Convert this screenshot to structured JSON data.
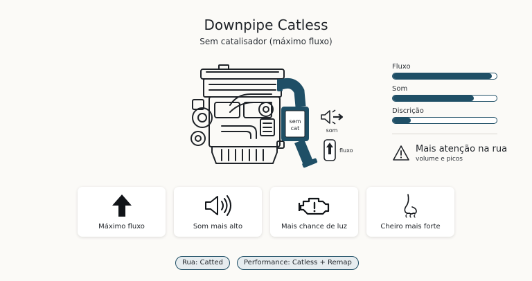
{
  "header": {
    "title": "Downpipe Catless",
    "subtitle": "Sem catalisador (máximo fluxo)"
  },
  "diagram": {
    "cat_label_line1": "sem",
    "cat_label_line2": "cat",
    "sound_label": "som",
    "flow_label": "fluxo",
    "accent_color": "#1f4f66"
  },
  "meters": [
    {
      "label": "Fluxo",
      "level": 0.95
    },
    {
      "label": "Som",
      "level": 0.78
    },
    {
      "label": "Discrição",
      "level": 0.17
    }
  ],
  "warning": {
    "title": "Mais atenção na rua",
    "subtitle": "volume e picos",
    "icon": "warning-triangle-icon"
  },
  "cards": [
    {
      "label": "Máximo fluxo",
      "icon": "arrow-up-icon"
    },
    {
      "label": "Som mais alto",
      "icon": "speaker-icon"
    },
    {
      "label": "Mais chance de luz",
      "icon": "check-engine-icon"
    },
    {
      "label": "Cheiro mais forte",
      "icon": "nose-smell-icon"
    }
  ],
  "tags": [
    {
      "label": "Rua: Catted"
    },
    {
      "label": "Performance: Catless + Remap"
    }
  ]
}
